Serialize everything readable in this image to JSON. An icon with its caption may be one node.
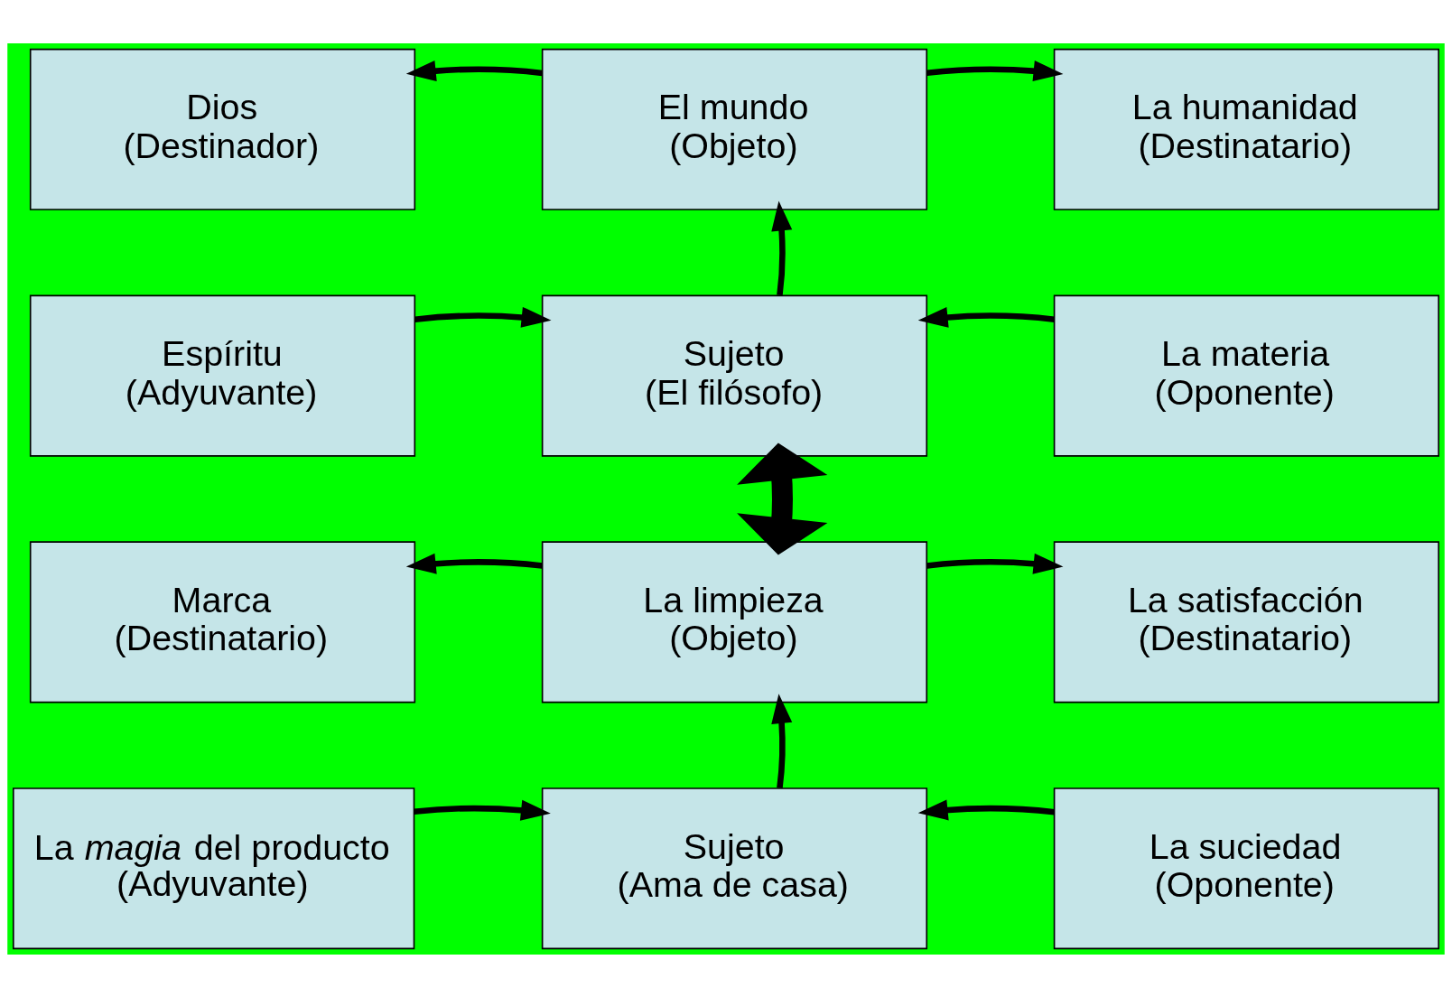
{
  "diagram": {
    "nodes": [
      {
        "text": [
          "Dios",
          "(Destinador)"
        ]
      },
      {
        "text": [
          "El mundo",
          "(Objeto)"
        ]
      },
      {
        "text": [
          "La humanidad",
          "(Destinatario)"
        ]
      },
      {
        "text": [
          "Espíritu",
          "(Adyuvante)"
        ]
      },
      {
        "text": [
          "Sujeto",
          "(El filósofo)"
        ]
      },
      {
        "text": [
          "La materia",
          "(Oponente)"
        ]
      },
      {
        "text": [
          "Marca",
          "(Destinatario)"
        ]
      },
      {
        "text": [
          "La limpieza",
          "(Objeto)"
        ]
      },
      {
        "text": [
          "La satisfacción",
          "(Destinatario)"
        ]
      },
      {
        "text": [
          "La *magia* del producto",
          "(Adyuvante)"
        ]
      },
      {
        "text": [
          "Sujeto",
          "(Ama de casa)"
        ]
      },
      {
        "text": [
          "La suciedad",
          "(Oponente)"
        ]
      }
    ],
    "edges": [
      {
        "from": 1,
        "to": 0,
        "arrow": "to"
      },
      {
        "from": 1,
        "to": 2,
        "arrow": "to"
      },
      {
        "from": 4,
        "to": 1,
        "arrow": "to"
      },
      {
        "from": 3,
        "to": 4,
        "arrow": "to"
      },
      {
        "from": 5,
        "to": 4,
        "arrow": "to"
      },
      {
        "from": 4,
        "to": 7,
        "arrow": "both",
        "style": "thick"
      },
      {
        "from": 7,
        "to": 6,
        "arrow": "to"
      },
      {
        "from": 7,
        "to": 8,
        "arrow": "to"
      },
      {
        "from": 10,
        "to": 7,
        "arrow": "to"
      },
      {
        "from": 9,
        "to": 10,
        "arrow": "to"
      },
      {
        "from": 11,
        "to": 10,
        "arrow": "to"
      }
    ]
  }
}
